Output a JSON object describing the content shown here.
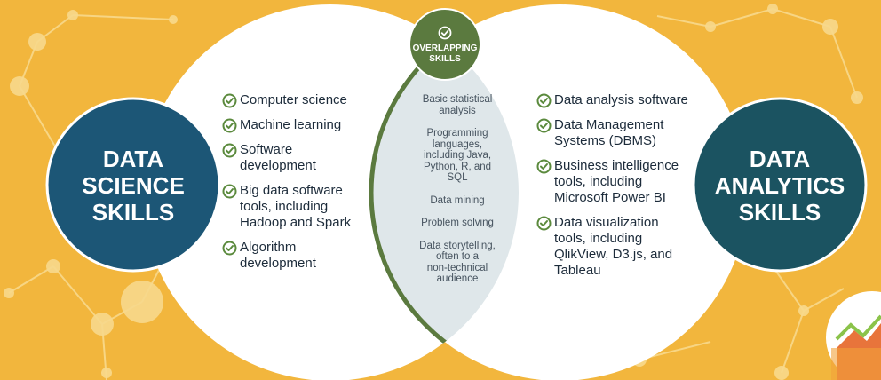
{
  "overlap": {
    "title_line1": "OVERLAPPING",
    "title_line2": "SKILLS",
    "items": [
      [
        "Basic statistical",
        "analysis"
      ],
      [
        "Programming",
        "languages,",
        "including Java,",
        "Python, R, and",
        "SQL"
      ],
      [
        "Data mining"
      ],
      [
        "Problem solving"
      ],
      [
        "Data storytelling,",
        "often to a",
        "non-technical",
        "audience"
      ]
    ]
  },
  "left": {
    "title_lines": [
      "DATA",
      "SCIENCE",
      "SKILLS"
    ],
    "items": [
      [
        "Computer science"
      ],
      [
        "Machine learning"
      ],
      [
        "Software",
        "development"
      ],
      [
        "Big data software",
        "tools, including",
        "Hadoop and Spark"
      ],
      [
        "Algorithm",
        "development"
      ]
    ]
  },
  "right": {
    "title_lines": [
      "DATA",
      "ANALYTICS",
      "SKILLS"
    ],
    "items": [
      [
        "Data analysis software"
      ],
      [
        "Data Management",
        "Systems (DBMS)"
      ],
      [
        "Business intelligence",
        "tools, including",
        "Microsoft Power BI"
      ],
      [
        "Data visualization",
        "tools, including",
        "QlikView, D3.js, and",
        "Tableau"
      ]
    ]
  },
  "colors": {
    "background": "#f2b63d",
    "overlap_green": "#5b7a3f",
    "overlap_fill": "#dfe7ea",
    "science_circle": "#1c5676",
    "analytics_circle": "#1b5361",
    "check_green": "#5b8a3d"
  },
  "icons": {
    "badge": "check-circle-icon",
    "bullet": "check-circle-icon",
    "corner": "line-chart-icon"
  }
}
